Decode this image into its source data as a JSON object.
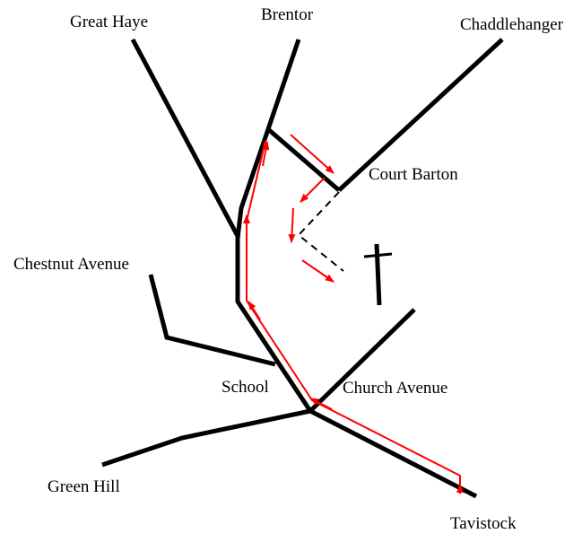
{
  "map": {
    "labels": {
      "great_haye": "Great Haye",
      "brentor": "Brentor",
      "chaddlehanger": "Chaddlehanger",
      "court_barton": "Court Barton",
      "chestnut_avenue": "Chestnut Avenue",
      "school": "School",
      "church_avenue": "Church Avenue",
      "green_hill": "Green Hill",
      "tavistock": "Tavistock"
    },
    "symbols": {
      "church": "church-cross-icon"
    },
    "colors": {
      "road": "#000000",
      "route": "#ff0000",
      "path": "#000000"
    }
  }
}
